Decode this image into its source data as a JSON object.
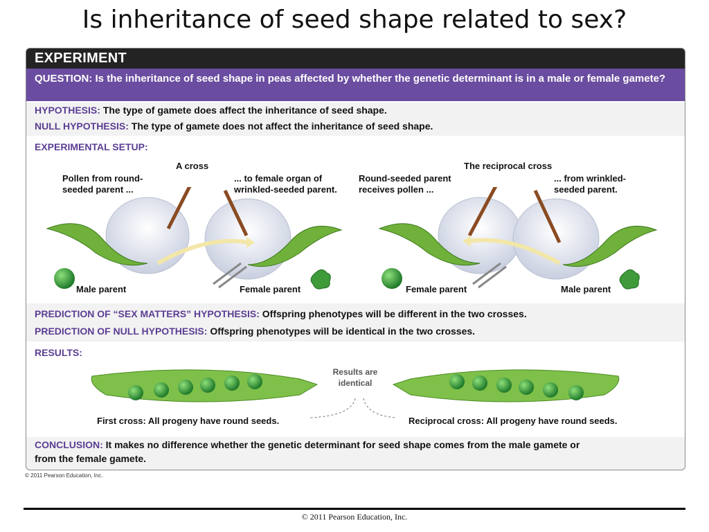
{
  "slide": {
    "title": "Is inheritance of seed shape related to sex?",
    "small_copyright": "© 2011 Pearson Education, Inc.",
    "footer": "© 2011 Pearson Education, Inc."
  },
  "figure": {
    "header": "EXPERIMENT",
    "question_label": "QUESTION:",
    "question_text": "Is the inheritance of seed shape in peas affected by whether the genetic determinant is in a male or female gamete?",
    "hypothesis_label": "HYPOTHESIS:",
    "hypothesis_text": "The type of gamete does affect the inheritance of seed shape.",
    "null_label": "NULL HYPOTHESIS:",
    "null_text": "The type of gamete does not affect the inheritance of seed shape.",
    "setup_label": "EXPERIMENTAL SETUP:",
    "cross_title": "A cross",
    "reciprocal_title": "The reciprocal cross",
    "pollen_text": "Pollen from round-seeded parent ...",
    "to_female_text": "... to female organ of wrinkled-seeded parent.",
    "round_receives_text": "Round-seeded parent receives pollen ...",
    "from_wrinkled_text": "... from wrinkled-seeded parent.",
    "male_parent": "Male parent",
    "female_parent": "Female parent",
    "pred_sex_label": "PREDICTION OF “SEX MATTERS” HYPOTHESIS:",
    "pred_sex_text": "Offspring phenotypes will be different in the two crosses.",
    "pred_null_label": "PREDICTION OF NULL HYPOTHESIS:",
    "pred_null_text": "Offspring phenotypes will be identical in the two crosses.",
    "results_label": "RESULTS:",
    "results_identical": "Results are identical",
    "first_cross": "First cross: All progeny have round seeds.",
    "reciprocal_cross": "Reciprocal cross: All progeny have round seeds.",
    "conclusion_label": "CONCLUSION:",
    "conclusion_text": "It makes no difference whether the genetic determinant for seed shape comes from the male gamete or from the female gamete."
  },
  "colors": {
    "header_bg": "#232323",
    "question_bg": "#6a4da0",
    "label_purple": "#5b3e93",
    "pea_green": "#3a9a3a"
  }
}
